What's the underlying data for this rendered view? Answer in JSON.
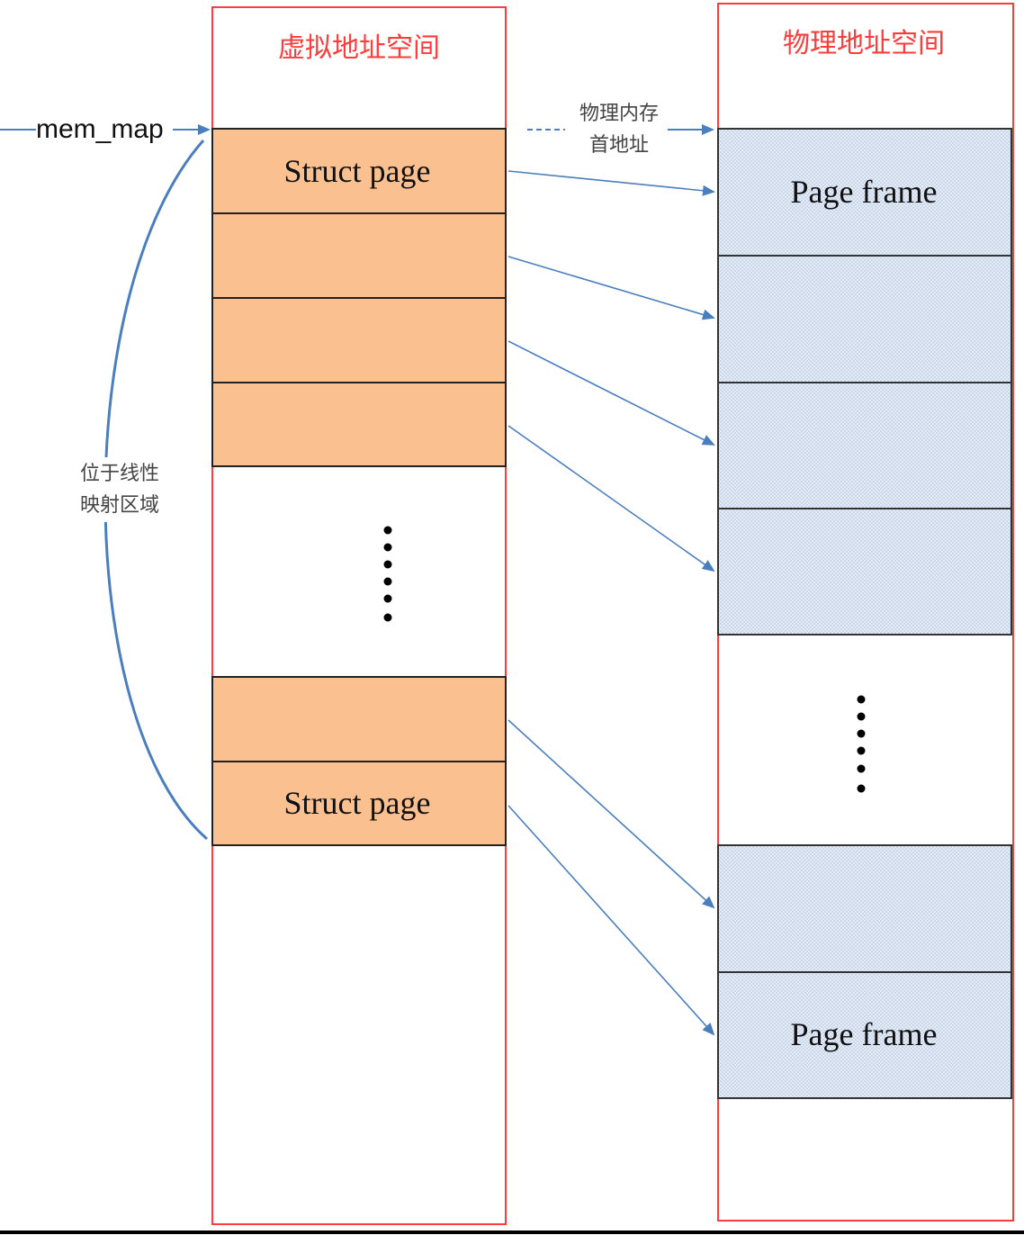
{
  "virtual_space": {
    "title": "虚拟地址空间",
    "struct_page_top_label": "Struct page",
    "struct_page_bottom_label": "Struct page"
  },
  "physical_space": {
    "title": "物理地址空间",
    "page_frame_top_label": "Page frame",
    "page_frame_bottom_label": "Page frame"
  },
  "mem_map_label": "mem_map",
  "phys_start_note": [
    "物理内存",
    "首地址"
  ],
  "linear_region_note": [
    "位于线性",
    "映射区域"
  ],
  "colors": {
    "column_border": "#ff3b3b",
    "struct_fill": "#fac090",
    "frame_fill": "#dce6f2",
    "arrow": "#4a7ebf",
    "title": "#ff3b3b"
  }
}
